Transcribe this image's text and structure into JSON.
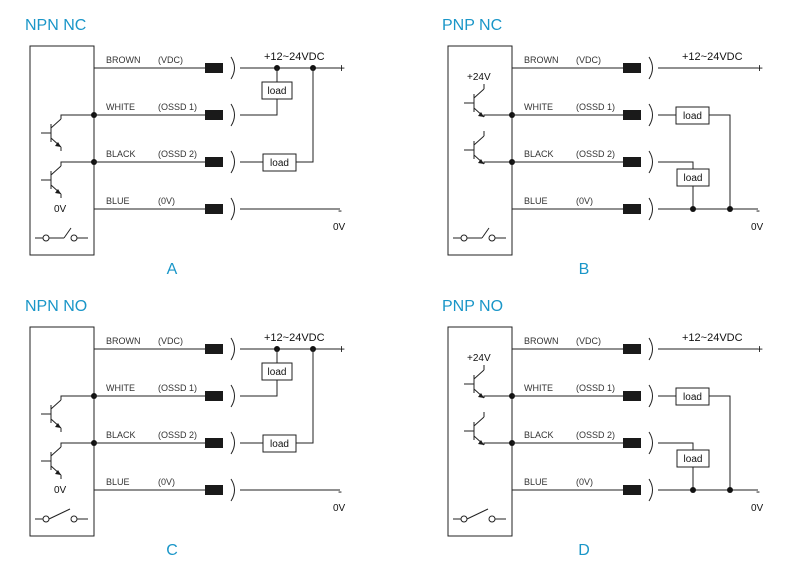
{
  "wire_colors": [
    "BROWN",
    "WHITE",
    "BLACK",
    "BLUE"
  ],
  "diagrams": [
    {
      "id": "A",
      "title": "NPN NC",
      "caption": "A",
      "type": "NPN",
      "contact": "NC",
      "signals": [
        "(VDC)",
        "(OSSD 1)",
        "(OSSD 2)",
        "(0V)"
      ],
      "supply_label": "+12~24VDC",
      "plus": "+",
      "minus": "-",
      "zero_label": "0V",
      "internal_label": "0V",
      "load_label": "load",
      "loads": [
        "load",
        "load"
      ]
    },
    {
      "id": "B",
      "title": "PNP NC",
      "caption": "B",
      "type": "PNP",
      "contact": "NC",
      "signals": [
        "(VDC)",
        "(OSSD 1)",
        "(OSSD 2)",
        "(0V)"
      ],
      "supply_label": "+12~24VDC",
      "plus": "+",
      "minus": "-",
      "zero_label": "0V",
      "internal_label": "+24V",
      "load_label": "load",
      "loads": [
        "load",
        "load"
      ]
    },
    {
      "id": "C",
      "title": "NPN NO",
      "caption": "C",
      "type": "NPN",
      "contact": "NO",
      "signals": [
        "(VDC)",
        "(OSSD 1)",
        "(OSSD 2)",
        "(0V)"
      ],
      "supply_label": "+12~24VDC",
      "plus": "+",
      "minus": "-",
      "zero_label": "0V",
      "internal_label": "0V",
      "load_label": "load",
      "loads": [
        "load",
        "load"
      ]
    },
    {
      "id": "D",
      "title": "PNP NO",
      "caption": "D",
      "type": "PNP",
      "contact": "NO",
      "signals": [
        "(VDC)",
        "(OSSD 1)",
        "(OSSD 2)",
        "(0V)"
      ],
      "supply_label": "+12~24VDC",
      "plus": "+",
      "minus": "-",
      "zero_label": "0V",
      "internal_label": "+24V",
      "load_label": "load",
      "loads": [
        "load",
        "load"
      ]
    }
  ]
}
